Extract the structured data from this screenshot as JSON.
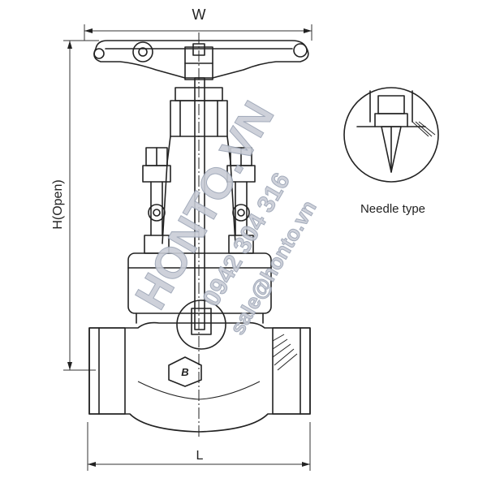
{
  "dimensions": {
    "width_label": "W",
    "height_label": "H(Open)",
    "length_label": "L"
  },
  "detail": {
    "caption": "Needle type"
  },
  "body_mark": {
    "label": "B"
  },
  "watermark": {
    "brand": "HONTO.VN",
    "phone": "0942 304 316",
    "email": "sale@honto.vn"
  }
}
